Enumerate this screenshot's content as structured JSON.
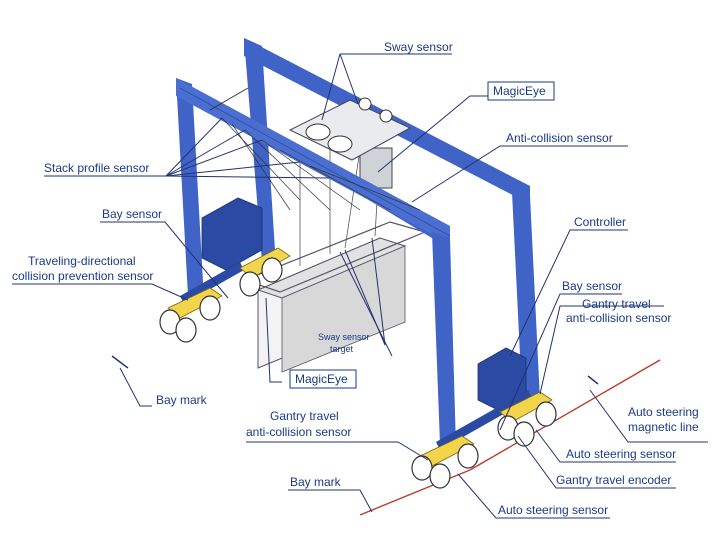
{
  "labels": {
    "sway_sensor": "Sway sensor",
    "magiceye_top": "MagicEye",
    "anti_collision_sensor": "Anti-collision sensor",
    "stack_profile_sensor": "Stack profile sensor",
    "bay_sensor_left": "Bay sensor",
    "traveling_directional_1": "Traveling-directional",
    "traveling_directional_2": "collision prevention sensor",
    "controller": "Controller",
    "bay_sensor_right": "Bay sensor",
    "gantry_travel_anti_right_1": "Gantry travel",
    "gantry_travel_anti_right_2": "anti-collision sensor",
    "sway_sensor_target_1": "Sway sensor",
    "sway_sensor_target_2": "target",
    "magiceye_bottom": "MagicEye",
    "bay_mark_left": "Bay mark",
    "gantry_travel_anti_mid_1": "Gantry travel",
    "gantry_travel_anti_mid_2": "anti-collision sensor",
    "auto_steering_line_1": "Auto steering",
    "auto_steering_line_2": "magnetic line",
    "auto_steering_sensor_right": "Auto steering sensor",
    "gantry_travel_encoder": "Gantry travel encoder",
    "bay_mark_bottom": "Bay mark",
    "auto_steering_sensor_bottom": "Auto steering sensor"
  },
  "colors": {
    "frame": "#3f63c6",
    "frame_dark": "#2b4aa3",
    "label": "#1a3a8a",
    "leader": "#22336e",
    "wheel_yellow": "#f2d54a",
    "magnetic_line": "#c0392b",
    "box_border": "#1a3a8a"
  }
}
